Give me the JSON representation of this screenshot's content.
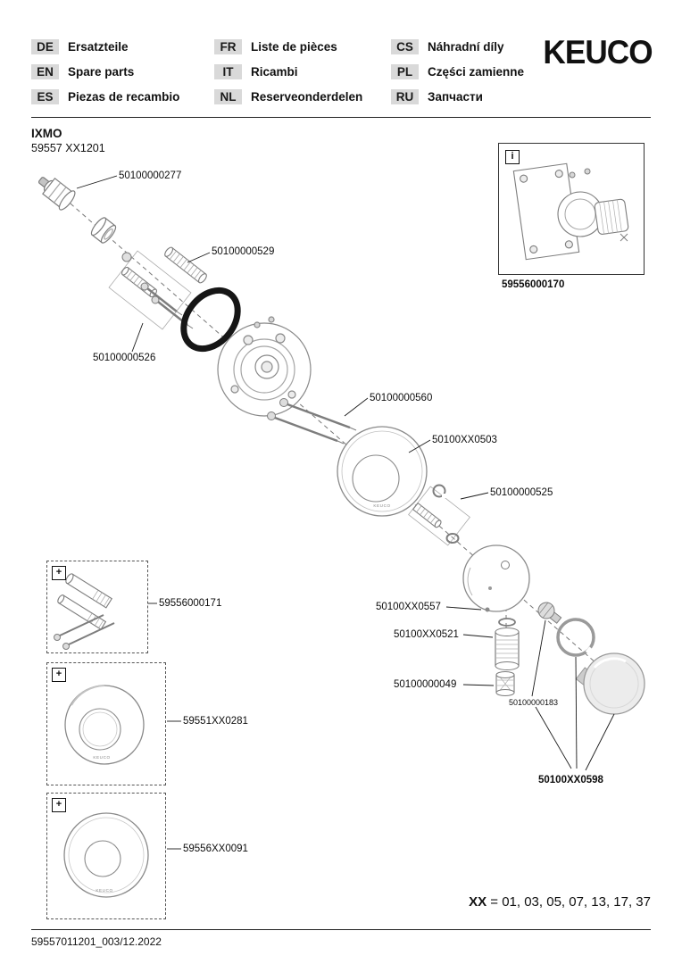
{
  "header": {
    "languages": [
      {
        "code": "DE",
        "label": "Ersatzteile"
      },
      {
        "code": "FR",
        "label": "Liste de pièces"
      },
      {
        "code": "CS",
        "label": "Náhradní díly"
      },
      {
        "code": "EN",
        "label": "Spare parts"
      },
      {
        "code": "IT",
        "label": "Ricambi"
      },
      {
        "code": "PL",
        "label": "Części zamienne"
      },
      {
        "code": "ES",
        "label": "Piezas de recambio"
      },
      {
        "code": "NL",
        "label": "Reserveonderdelen"
      },
      {
        "code": "RU",
        "label": "Запчасти"
      }
    ],
    "brand": "KEUCO"
  },
  "product": {
    "series": "IXMO",
    "model": "59557 XX1201"
  },
  "parts": {
    "cartridge": "50100000277",
    "nipple": "50100000529",
    "screw_set_upper": "50100000526",
    "screw_set_lower": "50100000560",
    "escutcheon": "50100XX0503",
    "pin_set": "50100000525",
    "concealed_valve": "59556000170",
    "extension_set": "59556000171",
    "handle_base": "50100XX0557",
    "sleeve": "50100XX0521",
    "check_valve": "50100000049",
    "small_screw": "50100000183",
    "extension_ring": "59551XX0281",
    "handle_set": "50100XX0598",
    "flat_escutcheon": "59556XX0091"
  },
  "icons": {
    "info": "i",
    "plus": "+"
  },
  "diagram": {
    "micro_brand": "KEUCO"
  },
  "footer": {
    "variant_bold": "XX",
    "variant_rest": "= 01, 03, 05, 07, 13, 17, 37",
    "doc_id": "59557011201_003/12.2022"
  }
}
